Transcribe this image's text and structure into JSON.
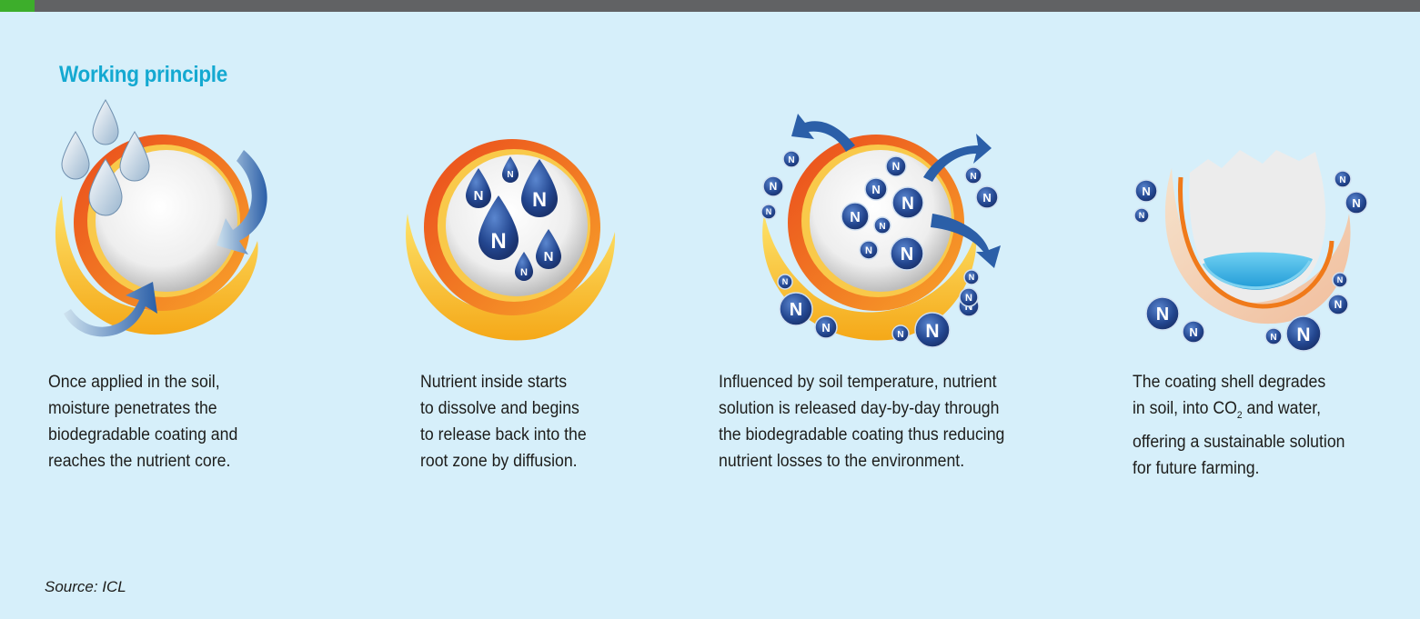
{
  "section_title": "Working principle",
  "steps": [
    {
      "caption_lines": [
        "Once applied in the soil,",
        "moisture penetrates the",
        "biodegradable coating and",
        "reaches the nutrient core."
      ],
      "icon": "water-droplets-entering-granule-icon"
    },
    {
      "caption_lines": [
        "Nutrient inside starts",
        "to dissolve and begins",
        "to release back into the",
        "root zone by diffusion."
      ],
      "icon": "nitrogen-dissolving-in-granule-icon"
    },
    {
      "caption_lines": [
        "Influenced by soil temperature, nutrient",
        "solution is released day-by-day through",
        "the biodegradable coating thus reducing",
        "nutrient losses to the environment."
      ],
      "icon": "nitrogen-released-from-granule-icon"
    },
    {
      "caption_lines": [
        "The coating shell degrades",
        "in soil, into CO",
        "2",
        " and water,",
        "offering a sustainable solution",
        "for future farming."
      ],
      "icon": "degraded-coating-shell-icon"
    }
  ],
  "nitrogen_symbol": "N",
  "source": "Source: ICL",
  "colors": {
    "background": "#d6effa",
    "title_bar": "#616264",
    "title_accent": "#3dae2b",
    "heading": "#14a9d1",
    "coating_orange": "#f07a1a",
    "coating_yellow": "#f9c21a",
    "nitrogen_blue": "#2a4f9c",
    "arrow_blue": "#2b5fa8"
  }
}
